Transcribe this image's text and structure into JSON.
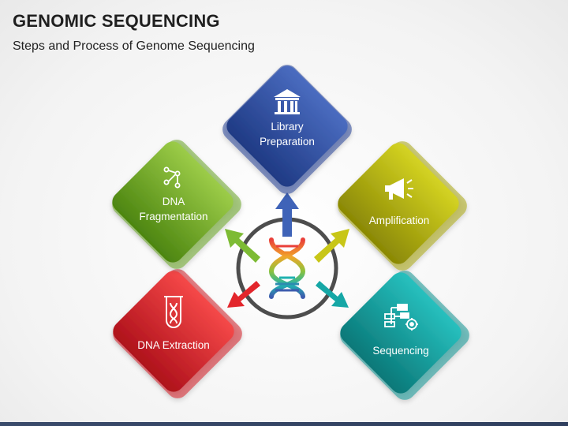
{
  "header": {
    "title": "GENOMIC SEQUENCING",
    "subtitle": "Steps and Process of Genome Sequencing"
  },
  "steps": [
    {
      "id": "library",
      "line1": "Library",
      "line2": "Preparation",
      "icon": "library-building-icon",
      "color_top": "#3d5cae",
      "color_bottom": "#213c86",
      "shadow": "#2b4596"
    },
    {
      "id": "amplification",
      "line1": "Amplification",
      "line2": "",
      "icon": "megaphone-icon",
      "color_top": "#c7c61a",
      "color_bottom": "#8f8d05",
      "shadow": "#a7a50c"
    },
    {
      "id": "sequencing",
      "line1": "Sequencing",
      "line2": "",
      "icon": "flowchart-gear-icon",
      "color_top": "#1fb2b0",
      "color_bottom": "#0b7e7e",
      "shadow": "#139594"
    },
    {
      "id": "extraction",
      "line1": "DNA Extraction",
      "line2": "",
      "icon": "test-tube-dna-icon",
      "color_top": "#f03a3a",
      "color_bottom": "#b5121c",
      "shadow": "#cf1f27"
    },
    {
      "id": "fragmentation",
      "line1": "DNA",
      "line2": "Fragmentation",
      "icon": "molecule-nodes-icon",
      "color_top": "#8cc23c",
      "color_bottom": "#4f8a12",
      "shadow": "#6aa424"
    }
  ],
  "center": {
    "icon": "dna-helix-icon",
    "ring_color": "#4d4d4d"
  },
  "arrow_colors": {
    "up": "#3f63b8",
    "upper_right": "#c8c617",
    "lower_right": "#16a7a6",
    "lower_left": "#e3262c",
    "upper_left": "#7dbb34"
  }
}
